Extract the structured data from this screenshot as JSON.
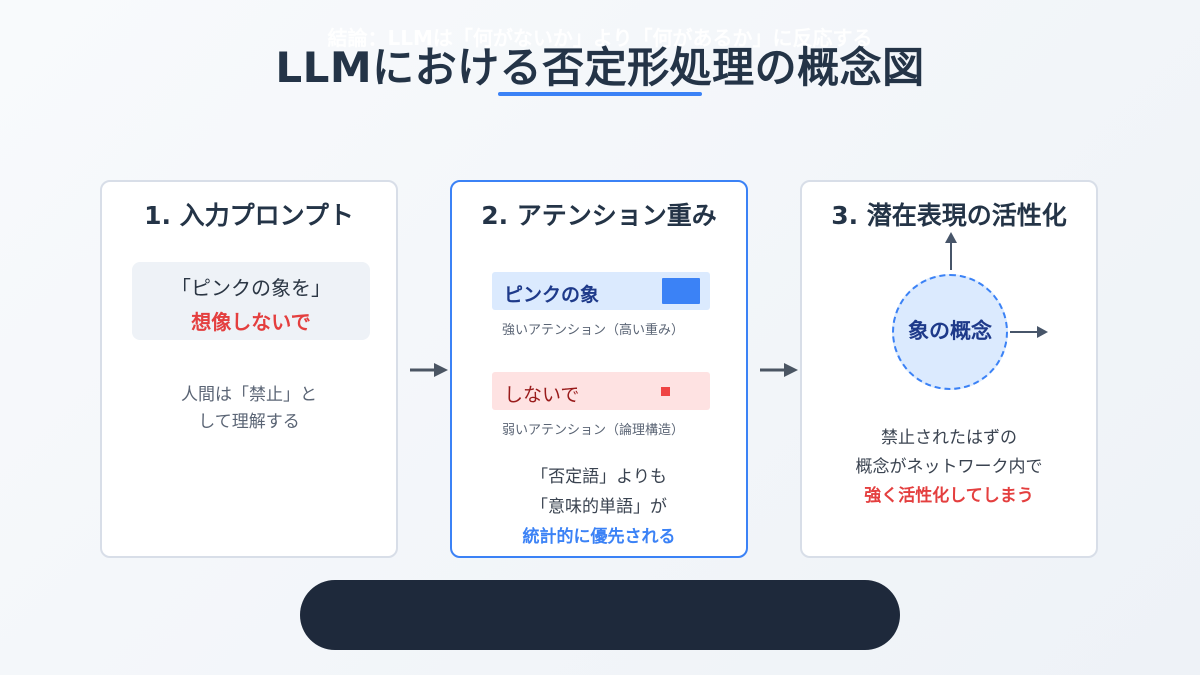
{
  "title": "LLMにおける否定形処理の概念図",
  "cards": {
    "prompt": {
      "title": "1. 入力プロンプト",
      "prompt_line1": "「ピンクの象を」",
      "prompt_line2": "想像しないで",
      "note_line1": "人間は「禁止」と",
      "note_line2": "して理解する"
    },
    "attention": {
      "title": "2. アテンション重み",
      "high_label": "ピンクの象",
      "high_caption": "強いアテンション（高い重み）",
      "low_label": "しないで",
      "low_caption": "弱いアテンション（論理構造）",
      "note_line1": "「否定語」よりも",
      "note_line2": "「意味的単語」が",
      "note_line3": "統計的に優先される"
    },
    "latent": {
      "title": "3. 潜在表現の活性化",
      "concept": "象の概念",
      "note_line1": "禁止されたはずの",
      "note_line2": "概念がネットワーク内で",
      "note_line3": "強く活性化してしまう"
    }
  },
  "conclusion": "結論：LLMは「何がないか」より「何があるか」に反応する",
  "colors": {
    "accent_blue": "#3b82f6",
    "accent_red": "#e43f3f",
    "dark_navy": "#1e293b"
  }
}
